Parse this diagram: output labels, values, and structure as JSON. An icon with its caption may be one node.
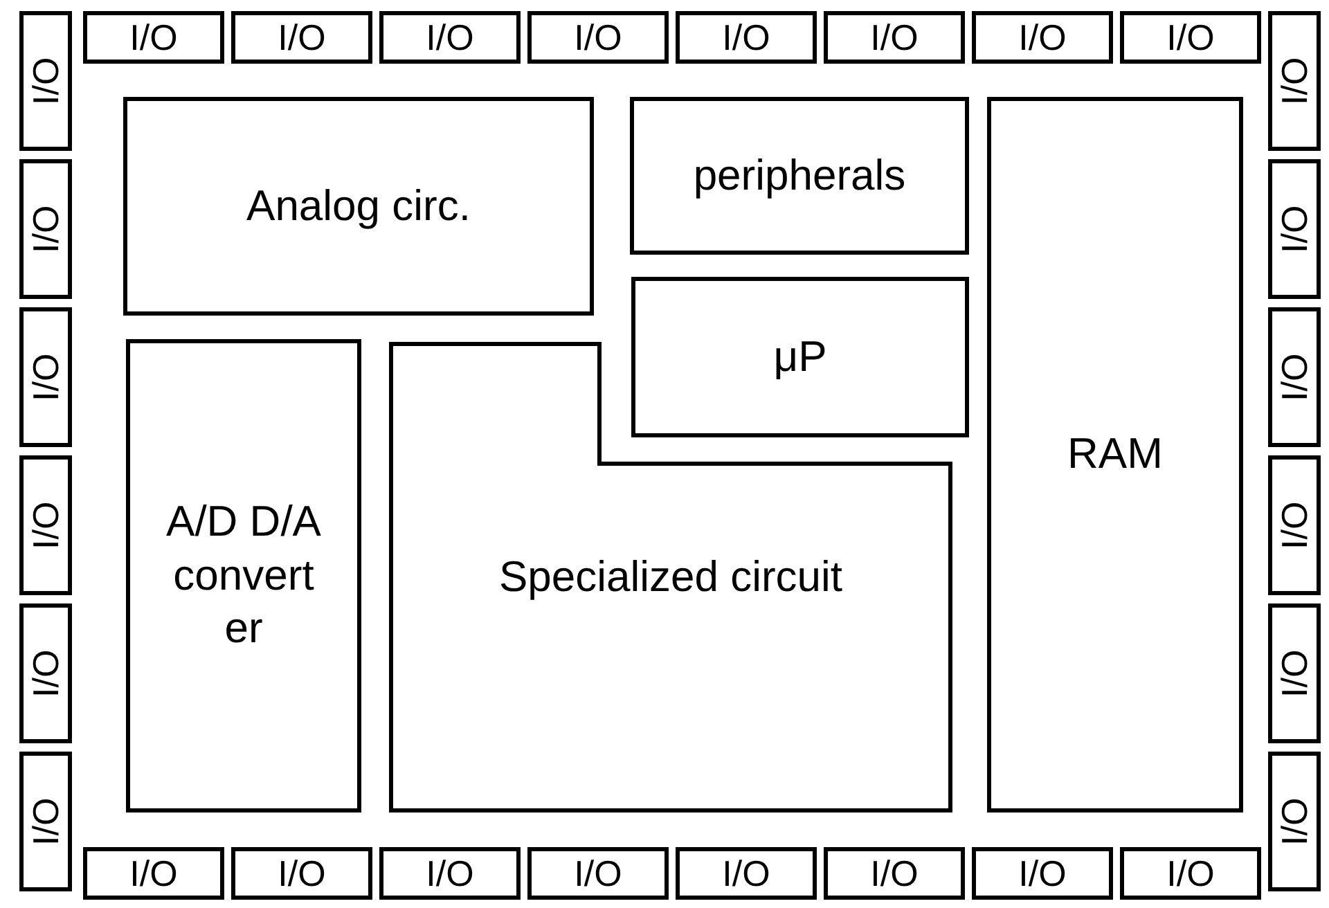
{
  "diagram": {
    "nodes": [
      {
        "text": [
          "I/O"
        ]
      },
      {
        "text": [
          "I/O"
        ]
      },
      {
        "text": [
          "I/O"
        ]
      },
      {
        "text": [
          "I/O"
        ]
      },
      {
        "text": [
          "I/O"
        ]
      },
      {
        "text": [
          "I/O"
        ]
      },
      {
        "text": [
          "I/O"
        ]
      },
      {
        "text": [
          "I/O"
        ]
      },
      {
        "text": [
          "I/O"
        ]
      },
      {
        "text": [
          "I/O"
        ]
      },
      {
        "text": [
          "I/O"
        ]
      },
      {
        "text": [
          "I/O"
        ]
      },
      {
        "text": [
          "I/O"
        ]
      },
      {
        "text": [
          "I/O"
        ]
      },
      {
        "text": [
          "I/O"
        ]
      },
      {
        "text": [
          "I/O"
        ]
      },
      {
        "text": [
          "I/O"
        ]
      },
      {
        "text": [
          "I/O"
        ]
      },
      {
        "text": [
          "I/O"
        ]
      },
      {
        "text": [
          "I/O"
        ]
      },
      {
        "text": [
          "Analog circ."
        ]
      },
      {
        "text": [
          "peripherals"
        ]
      },
      {
        "text": [
          "RAM"
        ]
      },
      {
        "text": [
          "μP"
        ]
      },
      {
        "text": [
          "A/D D/A convert er"
        ]
      },
      {
        "text": [
          "Specialized circuit"
        ]
      },
      {
        "text": [
          "I/O"
        ]
      },
      {
        "text": [
          "I/O"
        ]
      },
      {
        "text": [
          "I/O"
        ]
      },
      {
        "text": [
          "I/O"
        ]
      },
      {
        "text": [
          "I/O"
        ]
      },
      {
        "text": [
          "I/O"
        ]
      },
      {
        "text": [
          "I/O"
        ]
      },
      {
        "text": [
          "I/O"
        ]
      }
    ]
  }
}
